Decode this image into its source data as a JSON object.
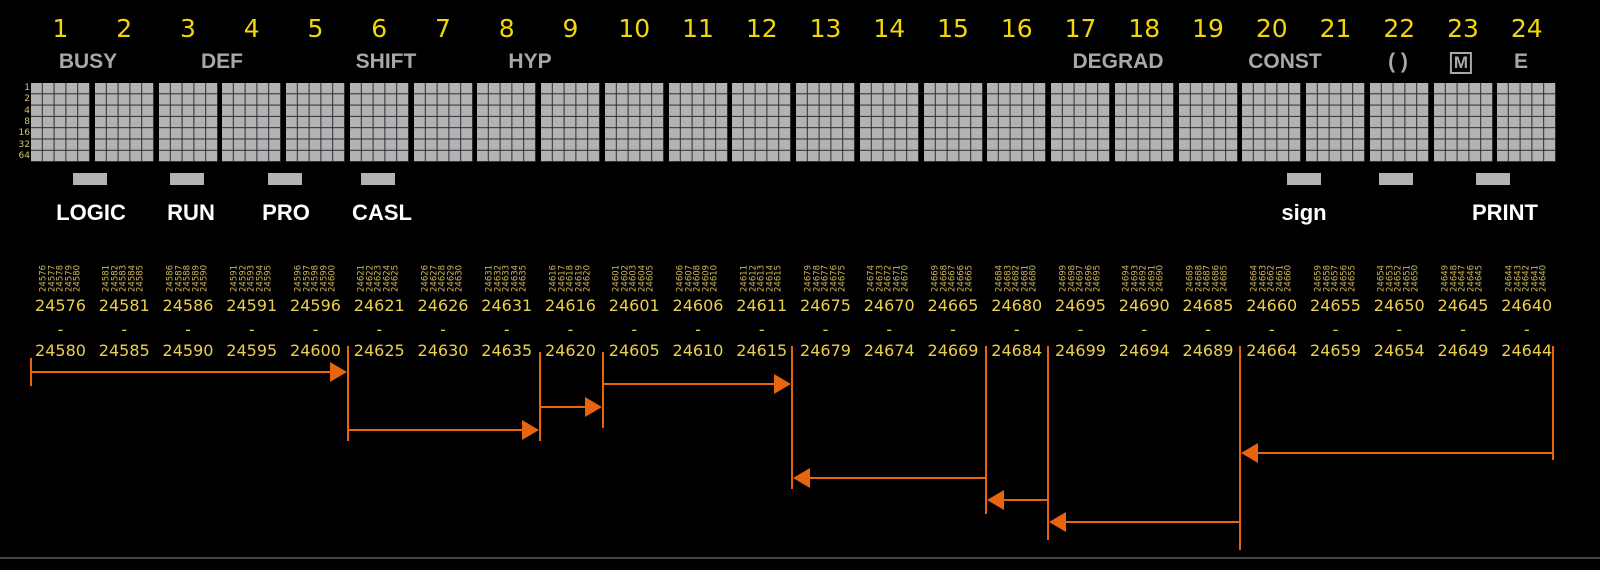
{
  "row_weights": [
    "1",
    "2",
    "4",
    "8",
    "16",
    "32",
    "64"
  ],
  "columns": [
    {
      "num": "1",
      "bits": [
        "24576",
        "24577",
        "24578",
        "24579",
        "24580"
      ],
      "start": "24576",
      "end": "24580"
    },
    {
      "num": "2",
      "bits": [
        "24581",
        "24582",
        "24583",
        "24584",
        "24585"
      ],
      "start": "24581",
      "end": "24585"
    },
    {
      "num": "3",
      "bits": [
        "24586",
        "24587",
        "24588",
        "24589",
        "24590"
      ],
      "start": "24586",
      "end": "24590"
    },
    {
      "num": "4",
      "bits": [
        "24591",
        "24592",
        "24593",
        "24594",
        "24595"
      ],
      "start": "24591",
      "end": "24595"
    },
    {
      "num": "5",
      "bits": [
        "24596",
        "24597",
        "24598",
        "24599",
        "24600"
      ],
      "start": "24596",
      "end": "24600"
    },
    {
      "num": "6",
      "bits": [
        "24621",
        "24622",
        "24623",
        "24624",
        "24625"
      ],
      "start": "24621",
      "end": "24625"
    },
    {
      "num": "7",
      "bits": [
        "24626",
        "24627",
        "24628",
        "24629",
        "24630"
      ],
      "start": "24626",
      "end": "24630"
    },
    {
      "num": "8",
      "bits": [
        "24631",
        "24632",
        "24633",
        "24634",
        "24635"
      ],
      "start": "24631",
      "end": "24635"
    },
    {
      "num": "9",
      "bits": [
        "24616",
        "24617",
        "24618",
        "24619",
        "24620"
      ],
      "start": "24616",
      "end": "24620"
    },
    {
      "num": "10",
      "bits": [
        "24601",
        "24602",
        "24603",
        "24604",
        "24605"
      ],
      "start": "24601",
      "end": "24605"
    },
    {
      "num": "11",
      "bits": [
        "24606",
        "24607",
        "24608",
        "24609",
        "24610"
      ],
      "start": "24606",
      "end": "24610"
    },
    {
      "num": "12",
      "bits": [
        "24611",
        "24612",
        "24613",
        "24614",
        "24615"
      ],
      "start": "24611",
      "end": "24615"
    },
    {
      "num": "13",
      "bits": [
        "24679",
        "24678",
        "24677",
        "24676",
        "24675"
      ],
      "start": "24675",
      "end": "24679"
    },
    {
      "num": "14",
      "bits": [
        "24674",
        "24673",
        "24672",
        "24671",
        "24670"
      ],
      "start": "24670",
      "end": "24674"
    },
    {
      "num": "15",
      "bits": [
        "24669",
        "24668",
        "24667",
        "24666",
        "24665"
      ],
      "start": "24665",
      "end": "24669"
    },
    {
      "num": "16",
      "bits": [
        "24684",
        "24683",
        "24682",
        "24681",
        "24680"
      ],
      "start": "24680",
      "end": "24684"
    },
    {
      "num": "17",
      "bits": [
        "24699",
        "24698",
        "24697",
        "24696",
        "24695"
      ],
      "start": "24695",
      "end": "24699"
    },
    {
      "num": "18",
      "bits": [
        "24694",
        "24693",
        "24692",
        "24691",
        "24690"
      ],
      "start": "24690",
      "end": "24694"
    },
    {
      "num": "19",
      "bits": [
        "24689",
        "24688",
        "24687",
        "24686",
        "24685"
      ],
      "start": "24685",
      "end": "24689"
    },
    {
      "num": "20",
      "bits": [
        "24664",
        "24663",
        "24662",
        "24661",
        "24660"
      ],
      "start": "24660",
      "end": "24664"
    },
    {
      "num": "21",
      "bits": [
        "24659",
        "24658",
        "24657",
        "24656",
        "24655"
      ],
      "start": "24655",
      "end": "24659"
    },
    {
      "num": "22",
      "bits": [
        "24654",
        "24653",
        "24652",
        "24651",
        "24650"
      ],
      "start": "24650",
      "end": "24654"
    },
    {
      "num": "23",
      "bits": [
        "24649",
        "24648",
        "24647",
        "24646",
        "24645"
      ],
      "start": "24645",
      "end": "24649"
    },
    {
      "num": "24",
      "bits": [
        "24644",
        "24643",
        "24642",
        "24641",
        "24640"
      ],
      "start": "24640",
      "end": "24644"
    }
  ],
  "range_separator": "-",
  "top_labels": {
    "busy": "BUSY",
    "def": "DEF",
    "shift": "SHIFT",
    "hyp": "HYP",
    "degrad": "DEGRAD",
    "const": "CONST",
    "paren": "( )",
    "memory": "M",
    "error": "E"
  },
  "bottom_labels": {
    "logic": "LOGIC",
    "run": "RUN",
    "pro": "PRO",
    "casl": "CASL",
    "sign": "sign",
    "print": "PRINT"
  },
  "colors": {
    "digit": "#f2d40f",
    "label": "#a8a8a8",
    "segment": "#b3b3b3",
    "arrow": "#e8650f"
  }
}
